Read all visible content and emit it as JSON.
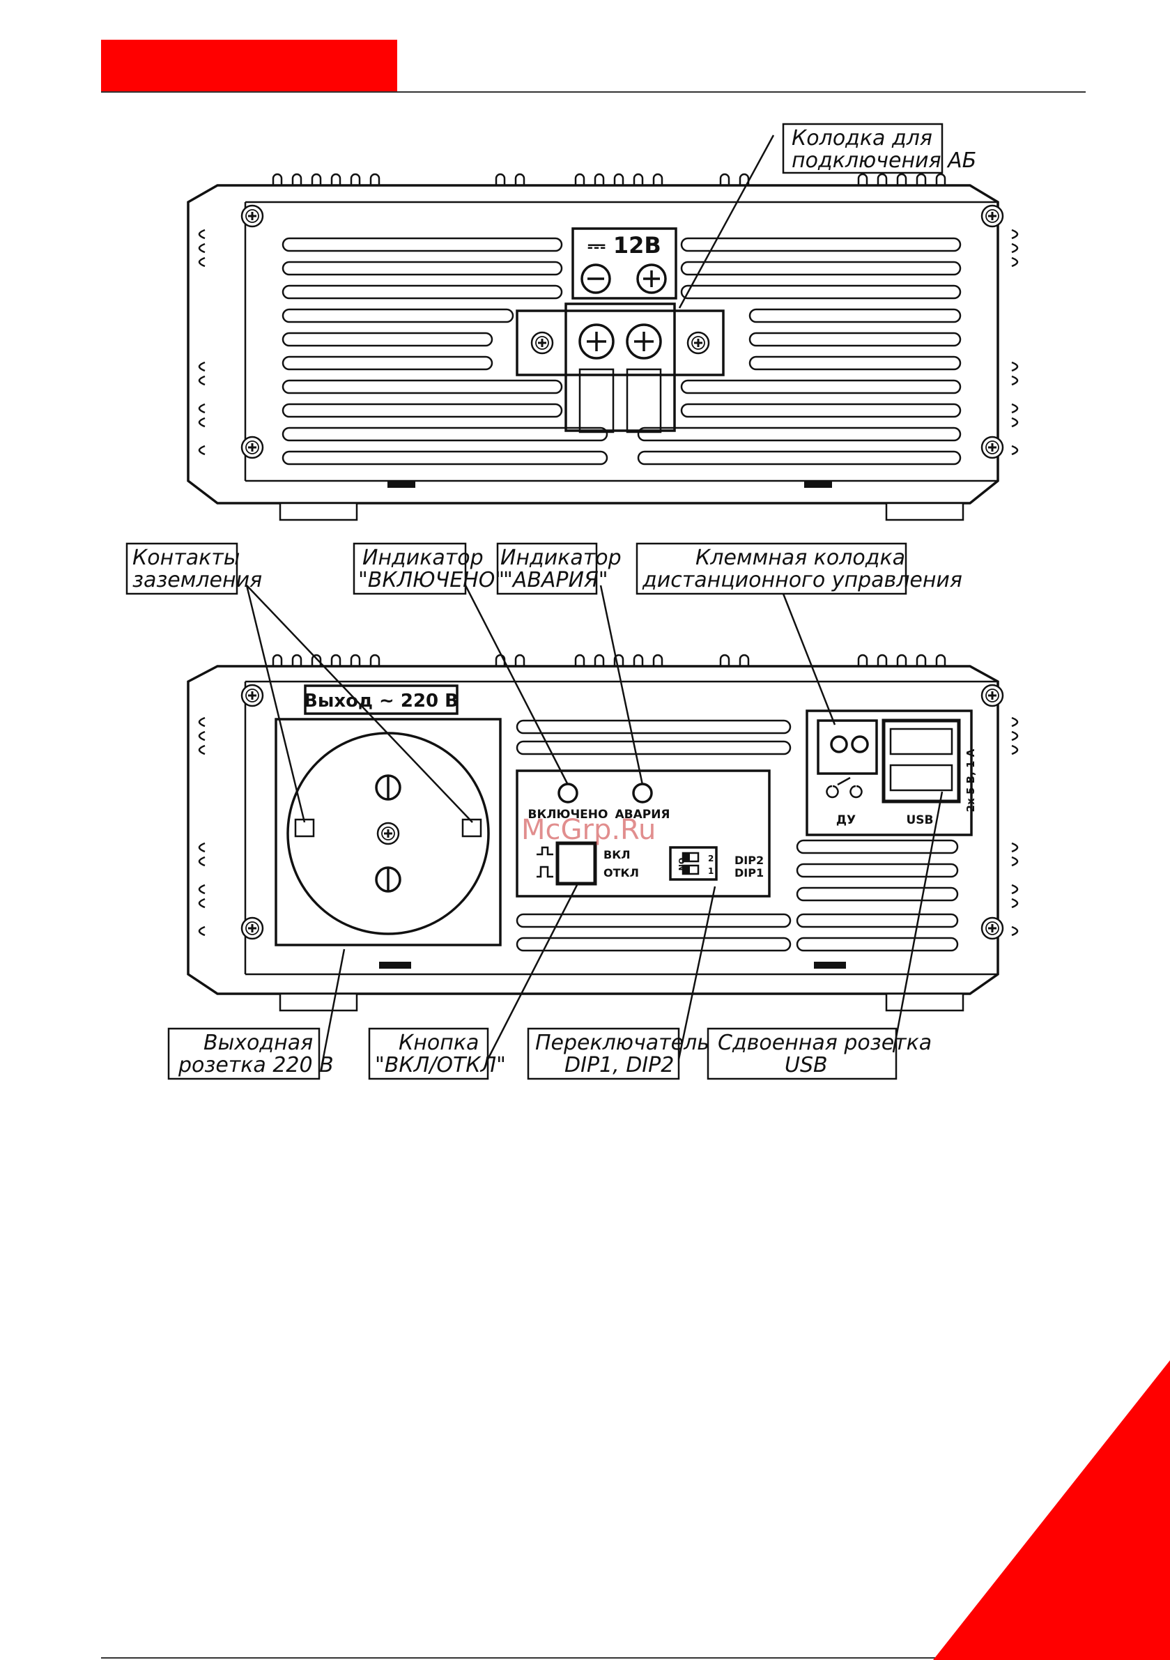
{
  "brand": {
    "accent": "#ff0000"
  },
  "top_panel": {
    "voltage": "⎓ 12В",
    "minus": "−",
    "plus": "+"
  },
  "bottom_panel": {
    "output_label": "Выход ~ 220 В",
    "led_on": "ВКЛЮЧЕНО",
    "led_fault": "АВАРИЯ",
    "btn_on": "ВКЛ",
    "btn_off": "ОТКЛ",
    "dip_on": "ON",
    "dip1": "DIP1",
    "dip2": "DIP2",
    "dip_num1": "1",
    "dip_num2": "2",
    "remote": "ДУ",
    "usb": "USB",
    "usb_rating": "2x 5 В, 1 А"
  },
  "callouts": {
    "battery_block": [
      "Колодка для",
      "подключения АБ"
    ],
    "ground": [
      "Контакты",
      "заземления"
    ],
    "ind_on": [
      "Индикатор",
      "\"ВКЛЮЧЕНО\""
    ],
    "ind_fault": [
      "Индикатор",
      "\"АВАРИЯ\""
    ],
    "remote_block": [
      "Клеммная колодка",
      "дистанционного управления"
    ],
    "socket": [
      "Выходная",
      "розетка 220 В"
    ],
    "button": [
      "Кнопка",
      "\"ВКЛ/ОТКЛ\""
    ],
    "dip_switch": [
      "Переключатель",
      "DIP1, DIP2"
    ],
    "usb_double": [
      "Сдвоенная розетка",
      "USB"
    ]
  },
  "watermark": "McGrp.Ru"
}
